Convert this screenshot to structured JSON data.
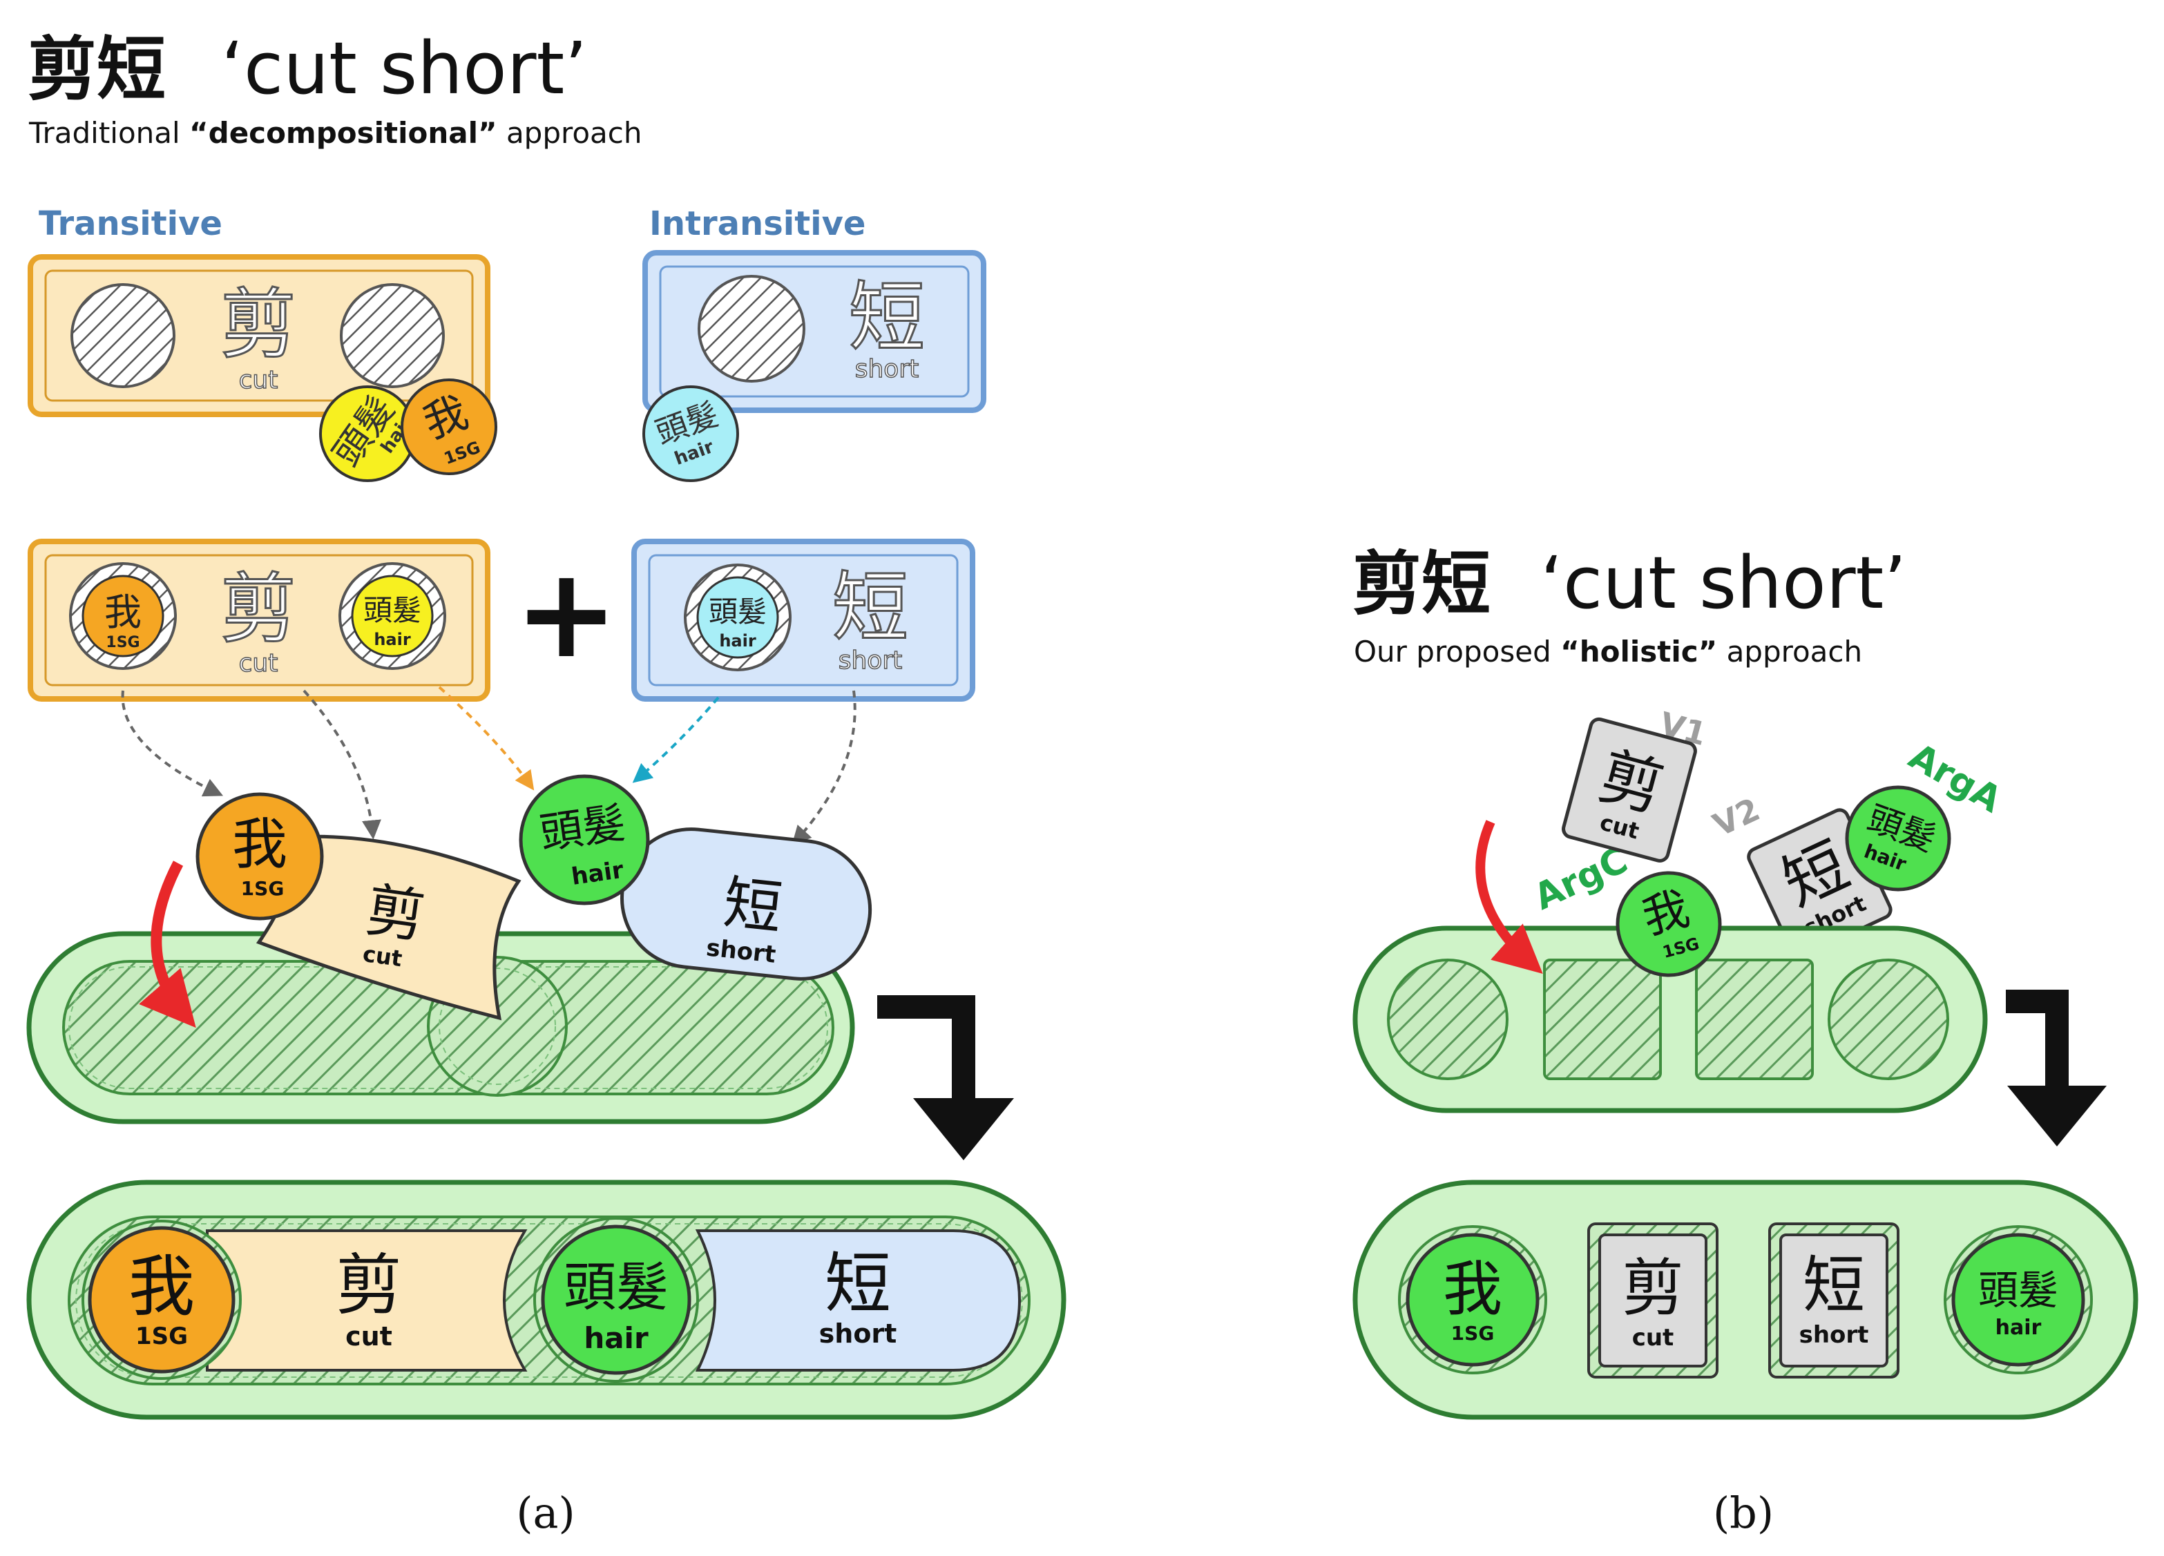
{
  "panel_a": {
    "title_cn": "剪短",
    "title_en": "‘cut short’",
    "subtitle_pre": "Traditional ",
    "subtitle_bold": "“decompositional”",
    "subtitle_post": " approach",
    "transitive_label": "Transitive",
    "intransitive_label": "Intransitive",
    "plus": "+",
    "caption": "(a)"
  },
  "panel_b": {
    "title_cn": "剪短",
    "title_en": "‘cut short’",
    "subtitle_pre": "Our proposed ",
    "subtitle_bold": "“holistic”",
    "subtitle_post": " approach",
    "label_v1": "V1",
    "label_v2": "V2",
    "label_arga": "ArgA",
    "label_argc": "ArgC",
    "caption": "(b)"
  },
  "glyphs": {
    "cut_cn": "剪",
    "cut_en": "cut",
    "short_cn": "短",
    "short_en": "short",
    "hair_cn": "頭髮",
    "hair_en": "hair",
    "i_cn": "我",
    "i_en": "1SG"
  },
  "colors": {
    "orange": "#F5A623",
    "yellow": "#F7F020",
    "cream": "#FCE8BE",
    "light_blue": "#D6E6FA",
    "cyan": "#A8EEF7",
    "green": "#4FE04F",
    "pale_green": "#CFF3C8",
    "label_blue": "#4D7FB5",
    "label_green": "#22A84A",
    "grey_label": "#9E9E9E",
    "red_arrow": "#E8282A"
  }
}
